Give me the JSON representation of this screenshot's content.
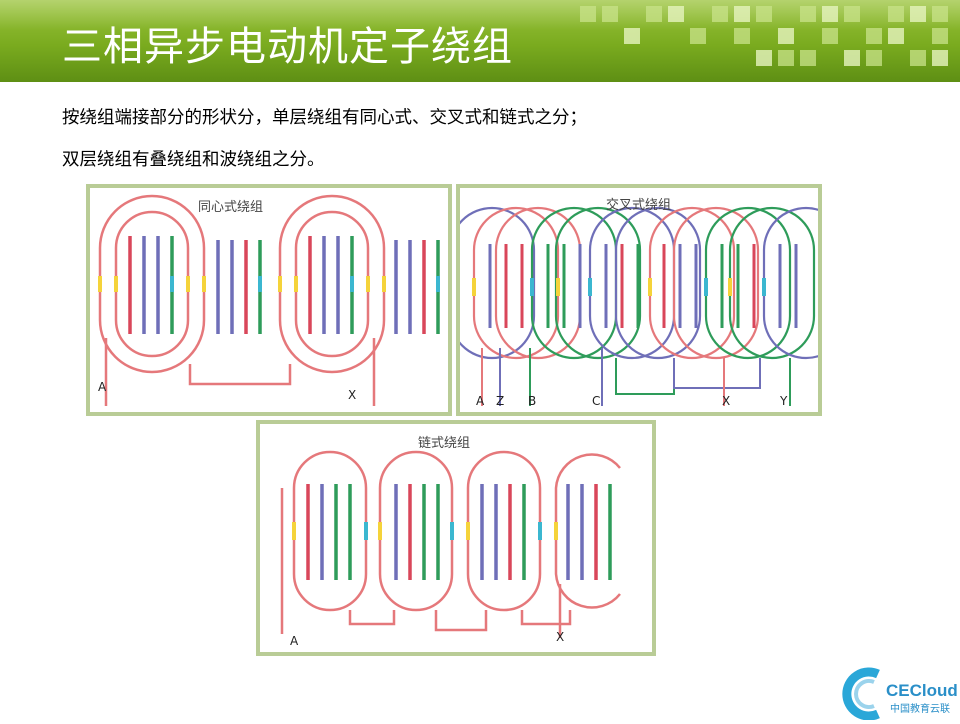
{
  "slide": {
    "title": "三相异步电动机定子绕组",
    "paragraphs": [
      "按绕组端接部分的形状分，单层绕组有同心式、交叉式和链式之分；",
      "双层绕组有叠绕组和波绕组之分。"
    ]
  },
  "figures": {
    "concentric": {
      "label": "同心式绕组",
      "terminals": [
        "A",
        "X"
      ]
    },
    "cross": {
      "label": "交叉式绕组",
      "terminals": [
        "A",
        "Z",
        "B",
        "C",
        "X",
        "Y"
      ]
    },
    "chain": {
      "label": "链式绕组",
      "terminals": [
        "A",
        "X"
      ]
    }
  },
  "logo": {
    "brand": "CECloud",
    "subtitle": "中国教育云联"
  },
  "colors": {
    "header_green": "#7aab1f",
    "coil_red": "#e5787b",
    "conductor_blue": "#6f6fb8",
    "conductor_green": "#2e9c5a",
    "conductor_red": "#d9465a",
    "arrow_yellow": "#f5d33a",
    "arrow_cyan": "#3bb7d0",
    "panel_border": "#b9cc96"
  }
}
